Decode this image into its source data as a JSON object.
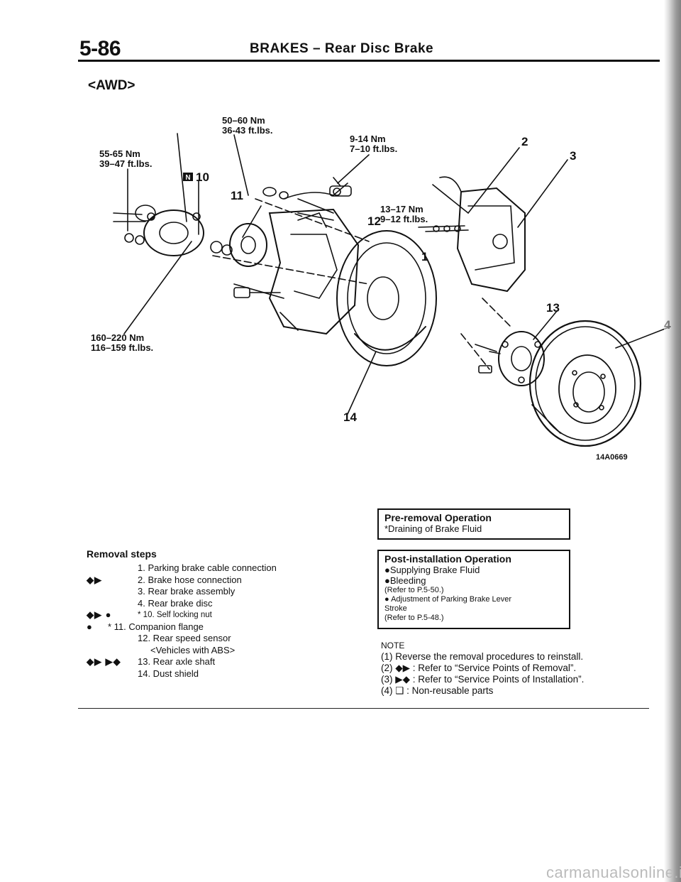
{
  "header": {
    "page_number": "5-86",
    "title": "BRAKES – Rear Disc Brake"
  },
  "variant_label": "<AWD>",
  "figure": {
    "code": "14A0669",
    "torques": {
      "t_50_60": [
        "50–60 Nm",
        "36-43 ft.lbs."
      ],
      "t_55_65": [
        "55-65 Nm",
        "39–47 ft.lbs."
      ],
      "t_9_14": [
        "9-14 Nm",
        "7–10 ft.lbs."
      ],
      "t_13_17": [
        "13–17 Nm",
        "9–12 ft.lbs."
      ],
      "t_160_220": [
        "160–220 Nm",
        "116–159 ft.lbs."
      ]
    },
    "callouts": [
      "1",
      "2",
      "3",
      "4",
      "10",
      "11",
      "12",
      "13",
      "14"
    ],
    "nonreusable_tag": "N"
  },
  "removal": {
    "title": "Removal steps",
    "steps": [
      {
        "mark": "",
        "text": "1. Parking brake cable connection"
      },
      {
        "mark": "◆▶",
        "text": "2. Brake hose connection"
      },
      {
        "mark": "",
        "text": "3. Rear brake assembly"
      },
      {
        "mark": "",
        "text": "4. Rear brake disc"
      },
      {
        "mark": "◆▶  ●",
        "text": "* 10. Self locking nut"
      },
      {
        "mark": "●",
        "text": "* 11. Companion flange"
      },
      {
        "mark": "",
        "text": "12. Rear speed sensor"
      },
      {
        "mark": "",
        "text": "<Vehicles with ABS>"
      },
      {
        "mark": "◆▶ ▶◆",
        "text": "13. Rear axle shaft"
      },
      {
        "mark": "",
        "text": "14. Dust shield"
      }
    ]
  },
  "pre_removal": {
    "title": "Pre-removal Operation",
    "items": [
      "*Draining of Brake Fluid"
    ]
  },
  "post_install": {
    "title": "Post-installation Operation",
    "line1": "●Supplying Brake Fluid",
    "line2": "●Bleeding",
    "line3": "(Refer to P.5-50.)",
    "line4": "●  Adjustment of Parking Brake Lever",
    "line5": "Stroke",
    "line6": "(Refer to P.5-48.)"
  },
  "notes": {
    "title": "NOTE",
    "items": [
      "(1) Reverse the removal procedures to reinstall.",
      "(2) ◆▶ : Refer to “Service Points of Removal”.",
      "(3) ▶◆ : Refer to “Service Points of Installation”.",
      "(4) ❑   : Non-reusable parts"
    ]
  },
  "watermark": "carmanualsonline.info"
}
